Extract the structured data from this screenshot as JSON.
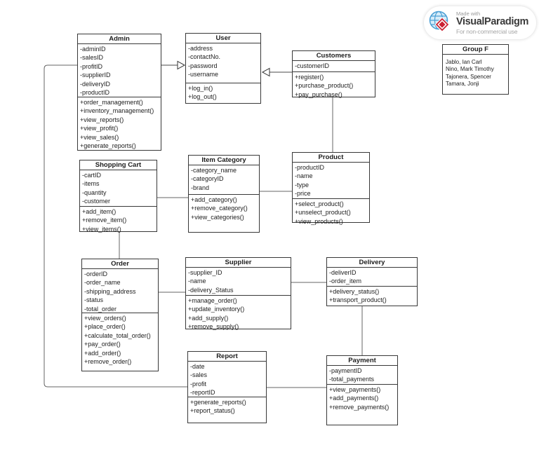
{
  "diagram": {
    "classes": {
      "admin": {
        "name": "Admin",
        "attributes": [
          "-adminID",
          "-salesID",
          "-profitID",
          "-supplierID",
          "-deliveryID",
          "-productID"
        ],
        "methods": [
          "+order_management()",
          "+inventory_management()",
          "+view_reports()",
          "+view_profit()",
          "+view_sales()",
          "+generate_reports()"
        ]
      },
      "user": {
        "name": "User",
        "attributes": [
          "-address",
          "-contactNo.",
          "-password",
          "-username"
        ],
        "methods": [
          "+log_in()",
          "+log_out()"
        ]
      },
      "customers": {
        "name": "Customers",
        "attributes": [
          "-customerID"
        ],
        "methods": [
          "+register()",
          "+purchase_product()",
          "+pay_purchase()"
        ]
      },
      "shopping_cart": {
        "name": "Shopping Cart",
        "attributes": [
          "-cartID",
          "-items",
          "-quantity",
          "-customer"
        ],
        "methods": [
          "+add_item()",
          "+remove_item()",
          "+view_items()"
        ]
      },
      "item_category": {
        "name": "Item Category",
        "attributes": [
          "-category_name",
          "-categoryID",
          "-brand"
        ],
        "methods": [
          "+add_category()",
          "+remove_category()",
          "+view_categories()"
        ]
      },
      "product": {
        "name": "Product",
        "attributes": [
          "-productID",
          "-name",
          "-type",
          "-price"
        ],
        "methods": [
          "+select_product()",
          "+unselect_product()",
          "+view_products()"
        ]
      },
      "order": {
        "name": "Order",
        "attributes": [
          "-orderID",
          "-order_name",
          "-shipping_address",
          "-status",
          "-total_order"
        ],
        "methods": [
          "+view_orders()",
          "+place_order()",
          "+calculate_total_order()",
          "+pay_order()",
          "+add_order()",
          "+remove_order()"
        ]
      },
      "supplier": {
        "name": "Supplier",
        "attributes": [
          "-supplier_ID",
          "-name",
          "-delivery_Status"
        ],
        "methods": [
          "+manage_order()",
          "+update_inventory()",
          "+add_supply()",
          "+remove_supply()"
        ]
      },
      "delivery": {
        "name": "Delivery",
        "attributes": [
          "-deliverID",
          "-order_item"
        ],
        "methods": [
          "+delivery_status()",
          "+transport_product()"
        ]
      },
      "report": {
        "name": "Report",
        "attributes": [
          "-date",
          "-sales",
          "-profit",
          "-reportID"
        ],
        "methods": [
          "+generate_reports()",
          "+report_status()"
        ]
      },
      "payment": {
        "name": "Payment",
        "attributes": [
          "-paymentID",
          "-total_payments"
        ],
        "methods": [
          "+view_payments()",
          "+add_payments()",
          "+remove_payments()"
        ]
      }
    },
    "note": {
      "title": "Group F",
      "members": [
        "Jablo, Ian Carl",
        "Nino, Mark Timothy",
        "Tajonera, Spencer",
        "Tamara, Jonji"
      ]
    },
    "relationships": [
      {
        "from": "Admin",
        "to": "User",
        "type": "generalization"
      },
      {
        "from": "Customers",
        "to": "User",
        "type": "generalization"
      },
      {
        "from": "Admin",
        "to": "Report",
        "type": "association"
      },
      {
        "from": "Customers",
        "to": "Product",
        "type": "association"
      },
      {
        "from": "Shopping Cart",
        "to": "Item Category",
        "type": "association"
      },
      {
        "from": "Item Category",
        "to": "Product",
        "type": "association"
      },
      {
        "from": "Shopping Cart",
        "to": "Order",
        "type": "association"
      },
      {
        "from": "Order",
        "to": "Supplier",
        "type": "association"
      },
      {
        "from": "Supplier",
        "to": "Delivery",
        "type": "association"
      },
      {
        "from": "Delivery",
        "to": "Payment",
        "type": "association"
      },
      {
        "from": "Report",
        "to": "Payment",
        "type": "association"
      }
    ]
  },
  "logo": {
    "made_with": "Made with",
    "brand": "VisualParadigm",
    "license": "For non-commercial use"
  },
  "colors": {
    "edge": "#666666",
    "border": "#383838",
    "logo_red": "#cb2233",
    "logo_blue": "#4a9fd4"
  }
}
